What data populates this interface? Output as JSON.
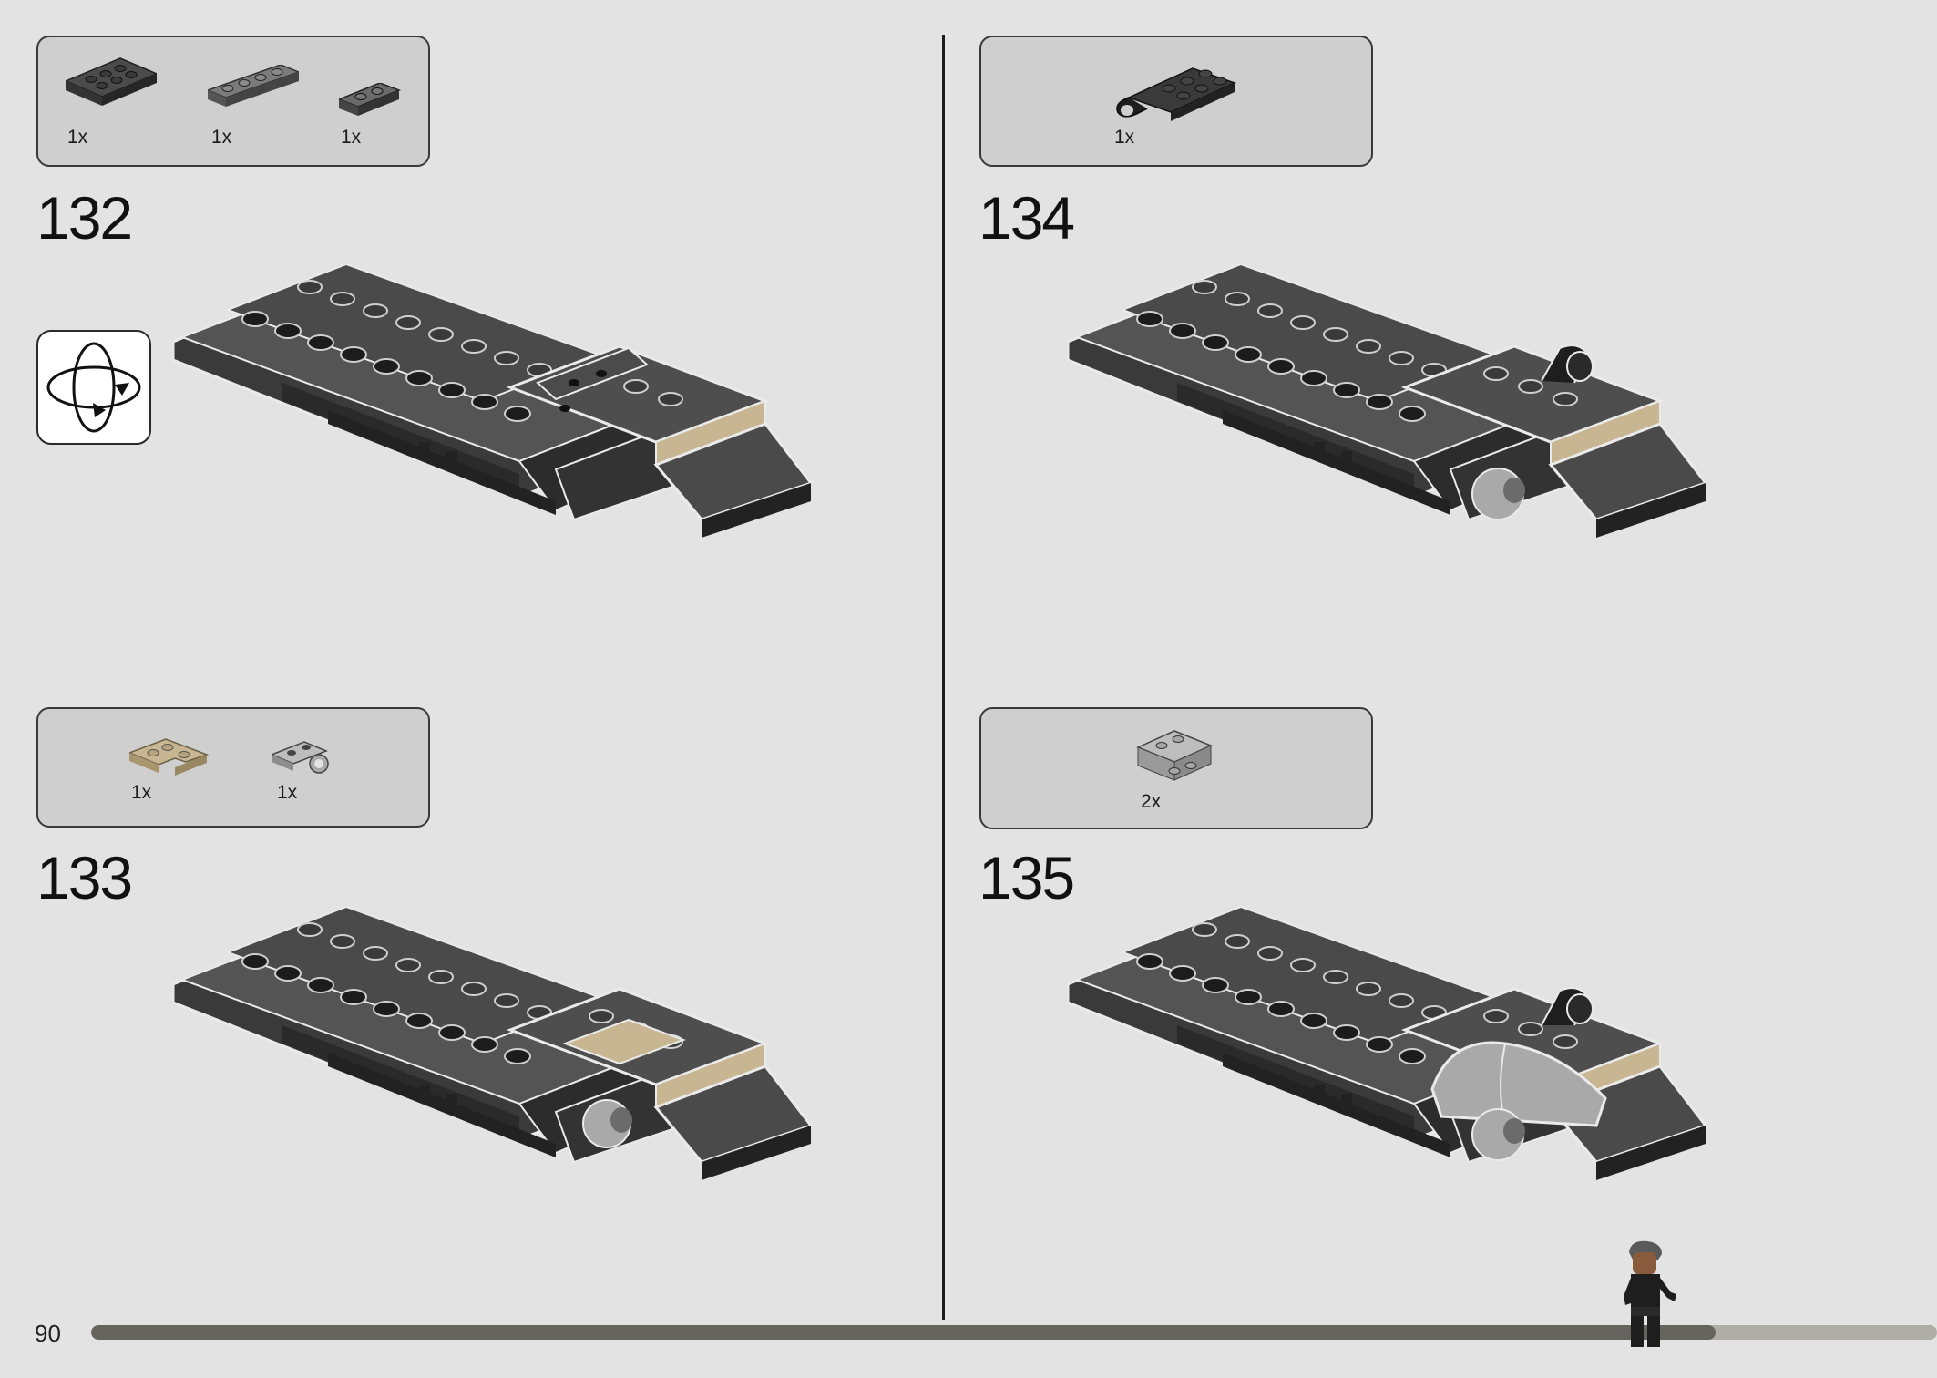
{
  "page": {
    "number": "90",
    "progress_percent": 88
  },
  "steps": [
    {
      "id": "132",
      "number": "132",
      "parts": [
        {
          "qty": "1x"
        },
        {
          "qty": "1x"
        },
        {
          "qty": "1x"
        }
      ]
    },
    {
      "id": "133",
      "number": "133",
      "parts": [
        {
          "qty": "1x"
        },
        {
          "qty": "1x"
        }
      ]
    },
    {
      "id": "134",
      "number": "134",
      "parts": [
        {
          "qty": "1x"
        }
      ]
    },
    {
      "id": "135",
      "number": "135",
      "parts": [
        {
          "qty": "2x"
        }
      ]
    }
  ],
  "colors": {
    "background": "#e3e3e3",
    "parts_box": "#cfcfcf",
    "dark_bluish_gray": "#5a5a5a",
    "black": "#1e1e1e",
    "light_bluish_gray": "#a9a9a9",
    "tan": "#c8b591",
    "progress_fill": "#66645f",
    "progress_track": "#b0aca6"
  },
  "icons": {
    "rotate": "rotate-model-icon",
    "minifigure": "minifigure-icon"
  }
}
